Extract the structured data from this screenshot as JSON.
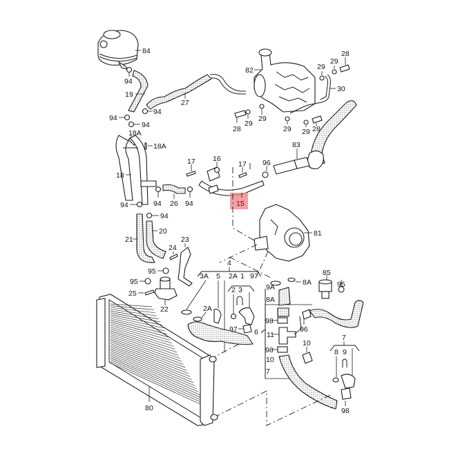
{
  "diagram": {
    "title": "Cooling system parts exploded view",
    "highlight_color": "#f08080",
    "highlighted_callout": "15",
    "callouts": {
      "c84": "84",
      "c94a": "94",
      "c19": "19",
      "c27": "27",
      "c94b": "94",
      "c94c": "94",
      "c94d": "94",
      "c18A_1": "18A",
      "c18A_2": "18A",
      "c18": "18",
      "c94e": "94",
      "c94f": "94",
      "c26": "26",
      "c94g": "94",
      "c94h": "94",
      "c20": "20",
      "c21": "21",
      "c23": "23",
      "c24": "24",
      "c95a": "95",
      "c95b": "95",
      "c25": "25",
      "c22": "22",
      "c82": "82",
      "c29a": "29",
      "c29b": "29",
      "c28a": "28",
      "c30": "30",
      "c29c": "29",
      "c29d": "29",
      "c28b": "28",
      "c29e": "29",
      "c29f": "29",
      "c28c": "28",
      "c83": "83",
      "c17a": "17",
      "c16": "16",
      "c17b": "17",
      "c96a": "96",
      "c15": "15",
      "c81": "81",
      "c4": "4",
      "c3A": "3A",
      "c5": "5",
      "c2A_top": "2A",
      "c1": "1",
      "c97a": "97",
      "c2": "2",
      "c3": "3",
      "c2A": "2A",
      "c97b": "97",
      "c6": "6",
      "c9A": "9A",
      "c8A_top": "8A",
      "c8A": "8A",
      "c98a": "98",
      "c11": "11",
      "c98b": "98",
      "c10a": "10",
      "c7a": "7",
      "c10b": "10",
      "c96b": "96",
      "c85": "85",
      "c95c": "95",
      "c7b": "7",
      "c8": "8",
      "c9": "9",
      "c98c": "98",
      "c80": "80"
    }
  }
}
